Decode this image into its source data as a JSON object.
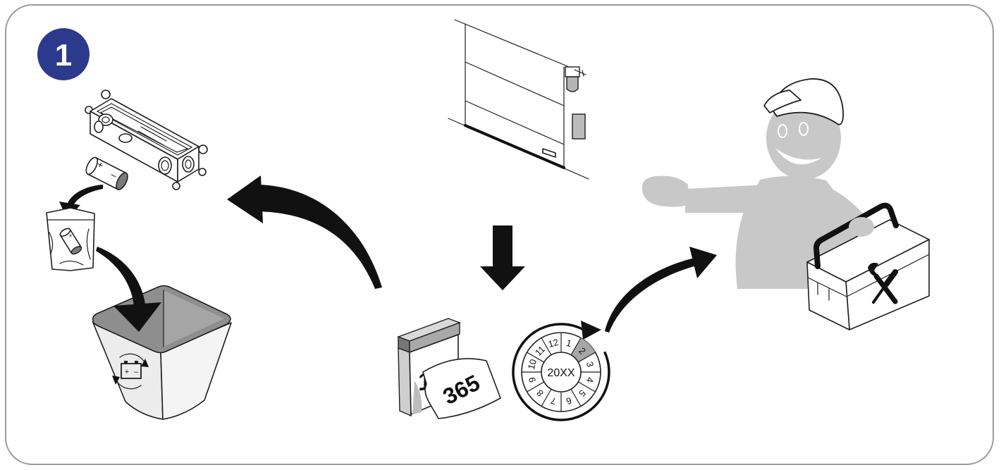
{
  "step": {
    "number": "1"
  },
  "battery": {
    "plus": "+",
    "minus": "–"
  },
  "bag_battery": {
    "plus": "+"
  },
  "bin_symbol": {
    "plus": "+",
    "minus": "–"
  },
  "calendar": {
    "page": "1",
    "days": "365"
  },
  "dial": {
    "year": "20XX",
    "months": [
      "12",
      "1",
      "2",
      "3",
      "4",
      "5",
      "6",
      "7",
      "8",
      "9",
      "10",
      "11"
    ]
  },
  "colors": {
    "step_badge": "#2b3a8c",
    "figure": "#c8c8c8",
    "bin_opening": "#8e8e8e",
    "dial_highlight": "#a6a6a6"
  },
  "icons": {
    "junction_box": "junction-box-icon",
    "battery": "battery-icon",
    "bag": "plastic-bag-icon",
    "bin": "battery-recycling-bin-icon",
    "garage_door": "garage-door-icon",
    "calendar": "tear-off-calendar-icon",
    "dial": "date-dial-icon",
    "technician": "technician-icon",
    "toolbox": "toolbox-icon"
  }
}
